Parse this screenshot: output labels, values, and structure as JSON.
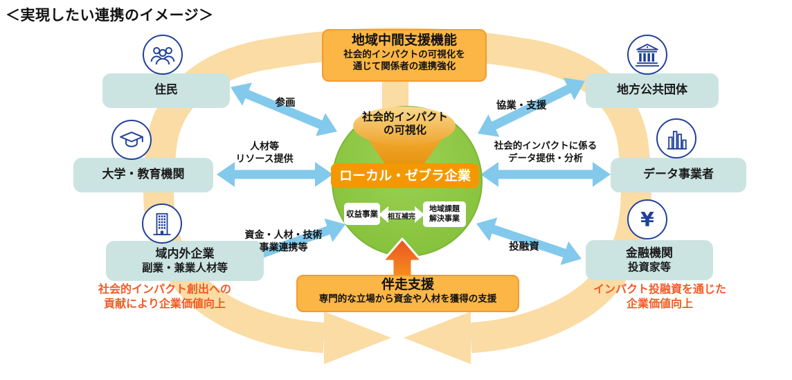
{
  "title": "＜実現したい連携のイメージ＞",
  "top_box": {
    "title": "地域中間支援機能",
    "subtitle1": "社会的インパクトの可視化を",
    "subtitle2": "通じて関係者の連携強化"
  },
  "bottom_box": {
    "title": "伴走支援",
    "subtitle": "専門的な立場から資金や人材を獲得の支援"
  },
  "center": {
    "impact1": "社会的インパクト",
    "impact2": "の可視化",
    "company": "ローカル・ゼブラ企業",
    "profit": "収益事業",
    "mutual": "相互補完",
    "community1": "地域課題",
    "community2": "解決事業"
  },
  "stakeholders": {
    "residents": {
      "label": "住民",
      "icon": "people-icon"
    },
    "university": {
      "label": "大学・教育機関",
      "icon": "graduation-cap-icon"
    },
    "companies": {
      "label1": "域内外企業",
      "label2": "副業・兼業人材等",
      "icon": "building-icon"
    },
    "government": {
      "label": "地方公共団体",
      "icon": "bank-icon"
    },
    "data_provider": {
      "label": "データ事業者",
      "icon": "bar-chart-icon"
    },
    "finance": {
      "label1": "金融機関",
      "label2": "投資家等",
      "icon": "yen-icon"
    }
  },
  "arrow_labels": {
    "participation": "参画",
    "hr1": "人材等",
    "hr2": "リソース提供",
    "funds1": "資金・人材・技術",
    "funds2": "事業連携等",
    "collaboration": "協業・支援",
    "data1": "社会的インパクトに係る",
    "data2": "データ提供・分析",
    "investment": "投融資"
  },
  "notes": {
    "left1": "社会的インパクト創出への",
    "left2": "貢献により企業価値向上",
    "right1": "インパクト投融資を通じた",
    "right2": "企業価値向上"
  },
  "colors": {
    "peach_band": "#FADCA4",
    "arrow_blue": "#82C9EC",
    "box_teal": "#CBE4E2",
    "box_yellow": "#FBB645",
    "box_yellow_border": "#F39A30",
    "company_orange": "#F39800",
    "circle_green": "#8CC63F",
    "icon_navy": "#21409A",
    "note_orange": "#F15A24",
    "red_arrow_top": "#EA5222",
    "red_arrow_bottom": "#F68E1E"
  }
}
